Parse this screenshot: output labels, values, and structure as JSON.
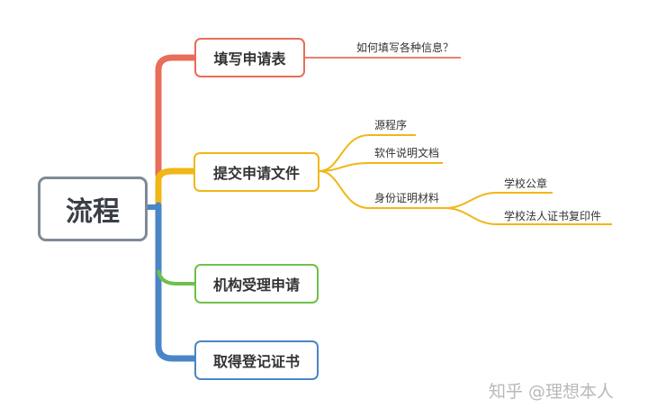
{
  "root": {
    "label": "流程"
  },
  "steps": [
    {
      "label": "填写申请表",
      "color": "#e86d5a"
    },
    {
      "label": "提交申请文件",
      "color": "#f0b716"
    },
    {
      "label": "机构受理申请",
      "color": "#6ec04a"
    },
    {
      "label": "取得登记证书",
      "color": "#4a86c7"
    }
  ],
  "leaves": {
    "fill_info": "如何填写各种信息？",
    "source_code": "源程序",
    "software_doc": "软件说明文档",
    "id_materials": "身份证明材料",
    "school_seal": "学校公章",
    "legal_rep_id_copy": "学校法人证书复印件"
  },
  "watermark": "知乎 @理想本人"
}
